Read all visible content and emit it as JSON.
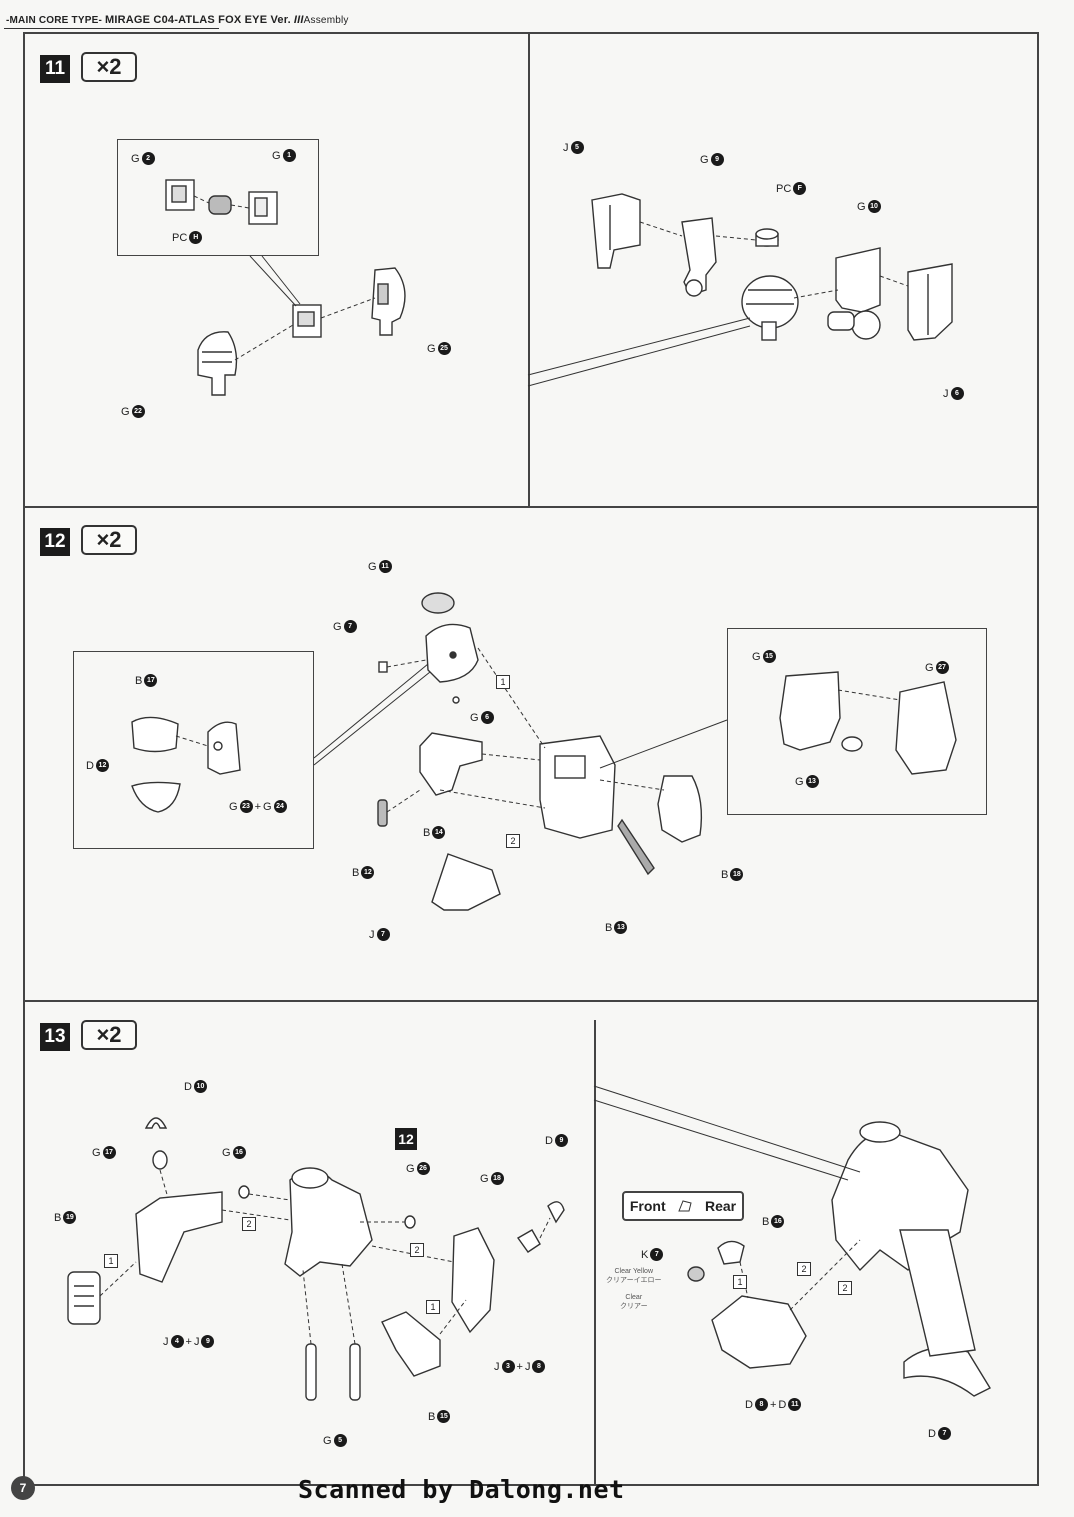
{
  "header": {
    "prefix": "-MAIN CORE TYPE-",
    "model": "MIRAGE C04-ATLAS FOX EYE Ver.",
    "roman": "III",
    "suffix": "Assembly"
  },
  "steps": [
    {
      "number": "11",
      "multiplier": "×2"
    },
    {
      "number": "12",
      "multiplier": "×2"
    },
    {
      "number": "13",
      "multiplier": "×2"
    }
  ],
  "labels": {
    "s11": [
      {
        "letter": "G",
        "num": "2"
      },
      {
        "letter": "G",
        "num": "1"
      },
      {
        "letter": "PC",
        "num": "H"
      },
      {
        "letter": "G",
        "num": "25"
      },
      {
        "letter": "G",
        "num": "22"
      },
      {
        "letter": "J",
        "num": "5"
      },
      {
        "letter": "G",
        "num": "9"
      },
      {
        "letter": "PC",
        "num": "F"
      },
      {
        "letter": "G",
        "num": "10"
      },
      {
        "letter": "J",
        "num": "6"
      }
    ],
    "s12": [
      {
        "letter": "G",
        "num": "11"
      },
      {
        "letter": "G",
        "num": "7"
      },
      {
        "letter": "G",
        "num": "6"
      },
      {
        "letter": "B",
        "num": "17"
      },
      {
        "letter": "D",
        "num": "12"
      },
      {
        "letter": "G",
        "num": "23",
        "plus": "G",
        "num2": "24"
      },
      {
        "letter": "B",
        "num": "14"
      },
      {
        "letter": "B",
        "num": "12"
      },
      {
        "letter": "J",
        "num": "7"
      },
      {
        "letter": "B",
        "num": "13"
      },
      {
        "letter": "B",
        "num": "18"
      },
      {
        "letter": "G",
        "num": "15"
      },
      {
        "letter": "G",
        "num": "27"
      },
      {
        "letter": "G",
        "num": "13"
      }
    ],
    "s13": [
      {
        "letter": "D",
        "num": "10"
      },
      {
        "letter": "G",
        "num": "17"
      },
      {
        "letter": "G",
        "num": "16"
      },
      {
        "letter": "G",
        "num": "26"
      },
      {
        "letter": "G",
        "num": "18"
      },
      {
        "letter": "D",
        "num": "9"
      },
      {
        "letter": "B",
        "num": "19"
      },
      {
        "letter": "J",
        "num": "4",
        "plus": "J",
        "num2": "9"
      },
      {
        "letter": "J",
        "num": "3",
        "plus": "J",
        "num2": "8"
      },
      {
        "letter": "B",
        "num": "15"
      },
      {
        "letter": "G",
        "num": "5"
      },
      {
        "letter": "K",
        "num": "7"
      },
      {
        "letter": "B",
        "num": "16"
      },
      {
        "letter": "D",
        "num": "8",
        "plus": "D",
        "num2": "11"
      },
      {
        "letter": "D",
        "num": "7"
      }
    ]
  },
  "order": {
    "one": "1",
    "two": "2",
    "ref12": "12"
  },
  "front_rear": {
    "front": "Front",
    "rear": "Rear"
  },
  "clear_notes": {
    "yellow_en": "Clear Yellow",
    "yellow_jp": "クリアーイエロー",
    "clear_en": "Clear",
    "clear_jp": "クリアー"
  },
  "page_number": "7",
  "footer": "Scanned by Dalong.net"
}
